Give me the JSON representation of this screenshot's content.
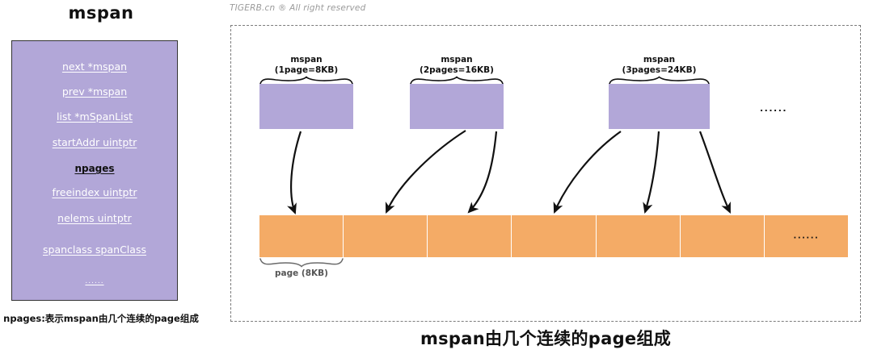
{
  "left": {
    "title": "mspan",
    "struct_fields": [
      {
        "label": "next *mspan",
        "highlight": false
      },
      {
        "label": "prev *mspan ",
        "highlight": false
      },
      {
        "label": "list *mSpanList",
        "highlight": false
      },
      {
        "label": "startAddr uintptr",
        "highlight": false
      },
      {
        "label": "npages",
        "highlight": true
      },
      {
        "label": "freeindex uintptr",
        "highlight": false
      },
      {
        "label": "nelems uintptr",
        "highlight": false
      },
      {
        "label": "spanclass   spanClass",
        "highlight": false
      },
      {
        "label": "......",
        "highlight": false
      }
    ],
    "note": "npages:表示mspan由几个连续的page组成"
  },
  "right": {
    "watermark": "TIGERB.cn ® All right reserved",
    "mspans": [
      {
        "title": "mspan",
        "detail": "(1page=8KB)"
      },
      {
        "title": "mspan",
        "detail": "(2pages=16KB)"
      },
      {
        "title": "mspan",
        "detail": "(3pages=24KB)"
      }
    ],
    "top_ellipsis": "......",
    "page_cells": [
      {
        "text": ""
      },
      {
        "text": ""
      },
      {
        "text": ""
      },
      {
        "text": ""
      },
      {
        "text": ""
      },
      {
        "text": ""
      },
      {
        "text": "......"
      }
    ],
    "page_brace_label": "page (8KB)"
  },
  "caption": "mspan由几个连续的page组成",
  "colors": {
    "mspan_purple": "#b2a7d8",
    "page_orange": "#f4ab66",
    "frame_dash": "#7b7b7b",
    "watermark_gray": "#9a9a9a"
  }
}
